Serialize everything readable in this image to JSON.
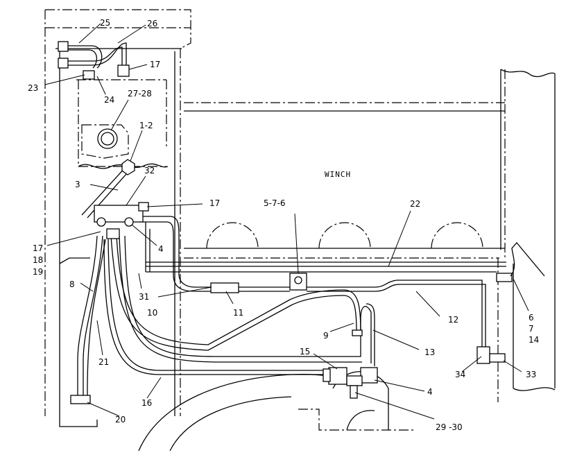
{
  "diagram": {
    "component_label": "WINCH",
    "callouts": {
      "c25": "25",
      "c26": "26",
      "c17a": "17",
      "c23": "23",
      "c24": "24",
      "c2728": "27-28",
      "c12": "1-2",
      "c32": "32",
      "c3": "3",
      "c17b": "17",
      "c576": "5-7-6",
      "c22": "22",
      "c17c": "17",
      "c18": "18",
      "c19": "19",
      "c4a": "4",
      "c8": "8",
      "c31": "31",
      "c10": "10",
      "c11": "11",
      "c12b": "12",
      "c6": "6",
      "c7": "7",
      "c14": "14",
      "c9": "9",
      "c13": "13",
      "c21": "21",
      "c15": "15",
      "c34": "34",
      "c33": "33",
      "c4b": "4",
      "c16": "16",
      "c20": "20",
      "c2930": "29 -30"
    }
  }
}
